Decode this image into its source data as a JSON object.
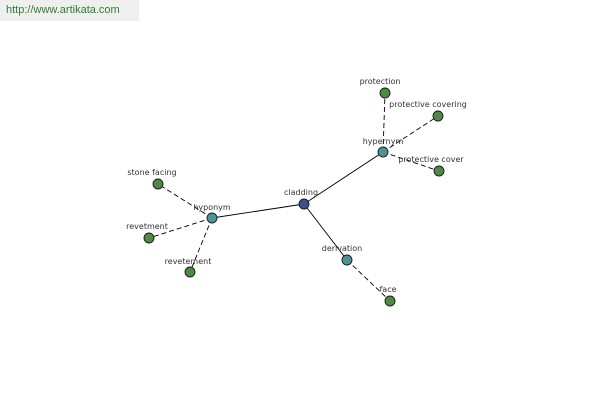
{
  "banner": {
    "url": "http://www.artikata.com"
  },
  "colors": {
    "root": "#3d4f8f",
    "relation": "#4f9494",
    "word": "#4f8a45",
    "banner_text": "#2e7d32",
    "banner_bg": "#efefef"
  },
  "graph": {
    "nodes": [
      {
        "id": "cladding",
        "label": "cladding",
        "kind": "root"
      },
      {
        "id": "hypernym",
        "label": "hypernym",
        "kind": "relation"
      },
      {
        "id": "hyponym",
        "label": "hyponym",
        "kind": "relation"
      },
      {
        "id": "derivation",
        "label": "derivation",
        "kind": "relation"
      },
      {
        "id": "protection",
        "label": "protection",
        "kind": "word"
      },
      {
        "id": "protective-covering",
        "label": "protective covering",
        "kind": "word"
      },
      {
        "id": "protective-cover",
        "label": "protective cover",
        "kind": "word"
      },
      {
        "id": "stone-facing",
        "label": "stone facing",
        "kind": "word"
      },
      {
        "id": "revetment",
        "label": "revetment",
        "kind": "word"
      },
      {
        "id": "revetement",
        "label": "revetement",
        "kind": "word"
      },
      {
        "id": "face",
        "label": "face",
        "kind": "word"
      }
    ],
    "edges": [
      {
        "from": "cladding",
        "to": "hypernym",
        "style": "solid"
      },
      {
        "from": "cladding",
        "to": "hyponym",
        "style": "solid"
      },
      {
        "from": "cladding",
        "to": "derivation",
        "style": "solid"
      },
      {
        "from": "hypernym",
        "to": "protection",
        "style": "dashed"
      },
      {
        "from": "hypernym",
        "to": "protective-covering",
        "style": "dashed"
      },
      {
        "from": "hypernym",
        "to": "protective-cover",
        "style": "dashed"
      },
      {
        "from": "hyponym",
        "to": "stone-facing",
        "style": "dashed"
      },
      {
        "from": "hyponym",
        "to": "revetment",
        "style": "dashed"
      },
      {
        "from": "hyponym",
        "to": "revetement",
        "style": "dashed"
      },
      {
        "from": "derivation",
        "to": "face",
        "style": "dashed"
      }
    ]
  }
}
